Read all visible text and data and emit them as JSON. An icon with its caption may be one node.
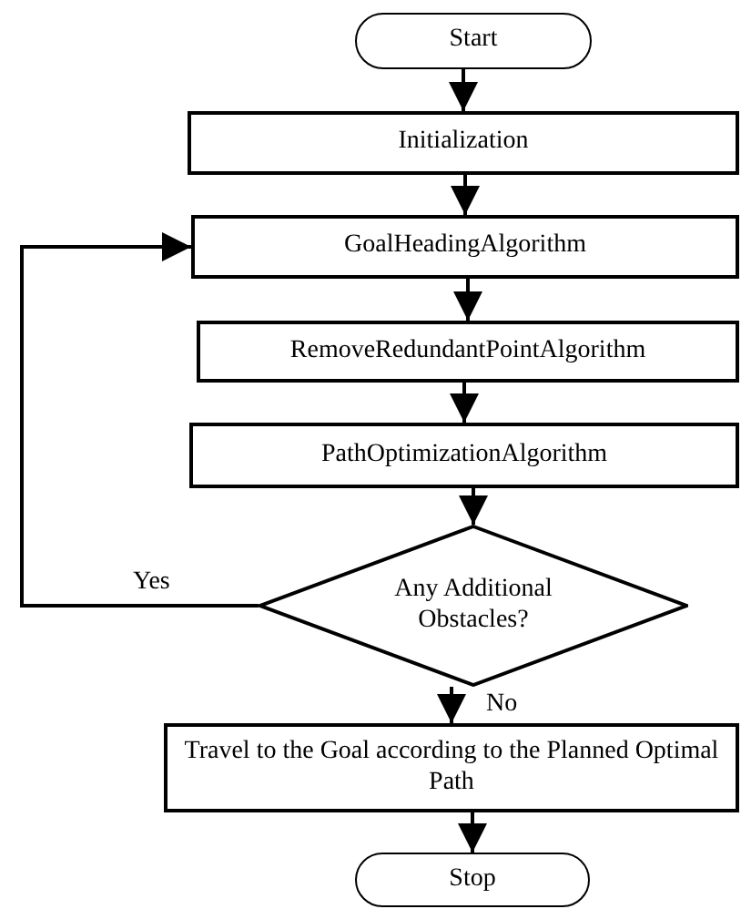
{
  "diagram": {
    "nodes": [
      {
        "text": [
          "Start"
        ]
      },
      {
        "text": [
          "Initialization"
        ]
      },
      {
        "text": [
          "GoalHeadingAlgorithm"
        ]
      },
      {
        "text": [
          "RemoveRedundantPointAlgorithm"
        ]
      },
      {
        "text": [
          "PathOptimizationAlgorithm"
        ]
      },
      {
        "text": [
          "Any Additional Obstacles?"
        ]
      },
      {
        "text": [
          "Travel to the Goal according to the Planned Optimal Path"
        ]
      },
      {
        "text": [
          "Stop"
        ]
      }
    ],
    "edges": [
      {
        "from": 0,
        "to": 1,
        "arrow": "to"
      },
      {
        "from": 1,
        "to": 2,
        "arrow": "to"
      },
      {
        "from": 2,
        "to": 3,
        "arrow": "to"
      },
      {
        "from": 3,
        "to": 4,
        "arrow": "to"
      },
      {
        "from": 4,
        "to": 5,
        "arrow": "to"
      },
      {
        "from": 5,
        "to": 2,
        "arrow": "to",
        "label": "Yes"
      },
      {
        "from": 5,
        "to": 6,
        "arrow": "to",
        "label": "No"
      },
      {
        "from": 6,
        "to": 7,
        "arrow": "to"
      }
    ]
  }
}
